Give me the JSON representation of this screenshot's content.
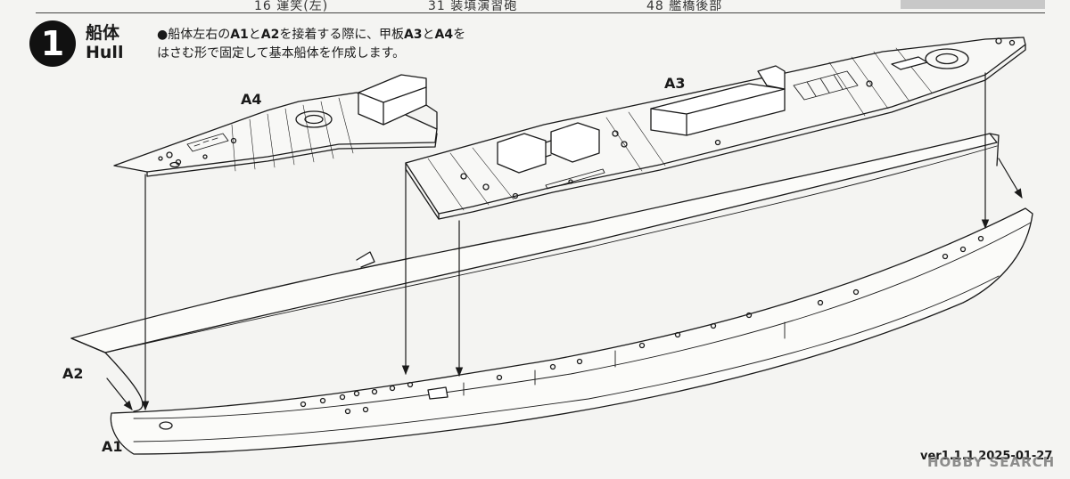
{
  "header": {
    "col1": "16  運笑(左)",
    "col2": "31  装填演習砲",
    "col3": "48  艦橋後部"
  },
  "step": {
    "number": "1",
    "title_jp": "船体",
    "title_en": "Hull"
  },
  "instruction": {
    "bullet": "●",
    "t1": "船体左右の",
    "p1": "A1",
    "t2": "と",
    "p2": "A2",
    "t3": "を接着する際に、甲板",
    "p3": "A3",
    "t4": "と",
    "p4": "A4",
    "t5": "を",
    "line2": "はさむ形で固定して基本船体を作成します。"
  },
  "parts": {
    "a1": "A1",
    "a2": "A2",
    "a3": "A3",
    "a4": "A4"
  },
  "footer": {
    "version": "ver1.1.1 2025-01-27",
    "watermark": "HOBBY SEARCH"
  },
  "colors": {
    "background": "#f4f4f2",
    "line": "#1a1a1a",
    "accent_grey": "#c8c8c8"
  }
}
